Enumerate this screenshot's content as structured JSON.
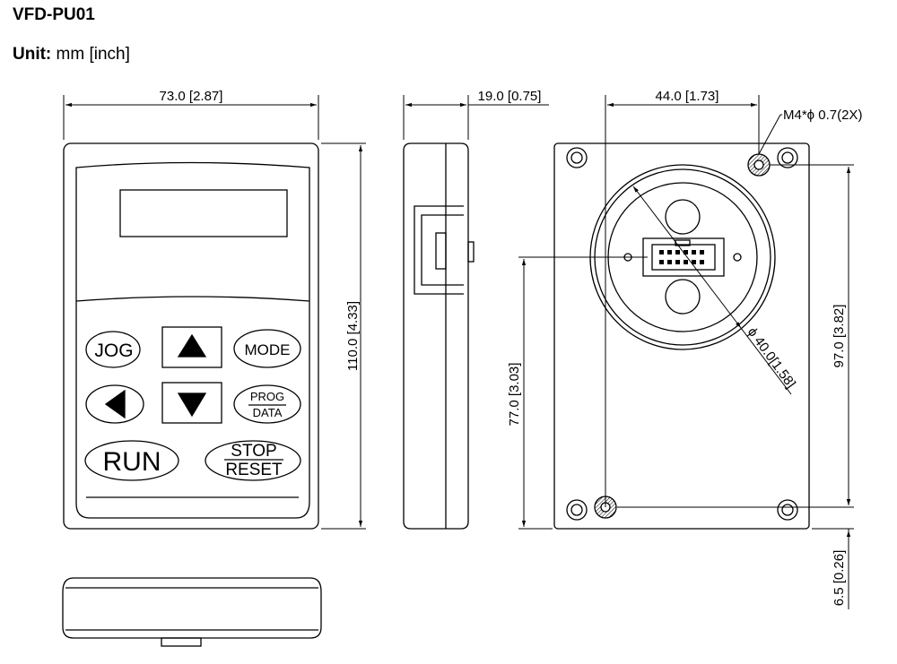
{
  "model": "VFD-PU01",
  "unit": {
    "label": "Unit:",
    "value": "mm [inch]"
  },
  "dimensions": {
    "front_width": "73.0 [2.87]",
    "front_height": "110.0 [4.33]",
    "side_depth": "19.0 [0.75]",
    "rear_hole_spacing": "44.0 [1.73]",
    "rear_screw": "M4*ϕ 0.7(2X)",
    "rear_vertical_center": "77.0 [3.03]",
    "rear_diameter": "ϕ 40.0[1.58]",
    "rear_hole_vertical": "97.0 [3.82]",
    "rear_bottom_offset": "6.5 [0.26]"
  },
  "keys": {
    "jog": "JOG",
    "mode": "MODE",
    "prog": "PROG",
    "data": "DATA",
    "run": "RUN",
    "stop": "STOP",
    "reset": "RESET"
  },
  "colors": {
    "line": "#000000",
    "hatch": "#000000",
    "background": "#ffffff"
  }
}
